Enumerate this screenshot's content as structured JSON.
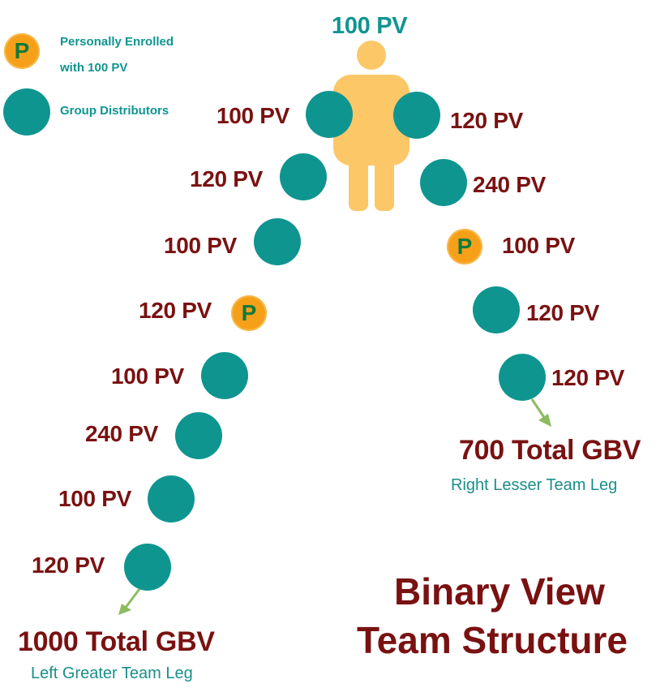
{
  "legend": {
    "personal": {
      "icon_letter": "P",
      "line1": "Personally Enrolled",
      "line2": "with 100 PV"
    },
    "group": {
      "label": "Group Distributors"
    }
  },
  "top": {
    "label": "100 PV"
  },
  "left_leg": {
    "nodes": [
      "100 PV",
      "120 PV",
      "100 PV",
      "120 PV",
      "100 PV",
      "240 PV",
      "100 PV",
      "120 PV"
    ],
    "total": "1000 Total GBV",
    "caption": "Left Greater Team Leg"
  },
  "right_leg": {
    "nodes": [
      "120 PV",
      "240 PV",
      "100 PV",
      "120 PV",
      "120 PV"
    ],
    "total": "700 Total GBV",
    "caption": "Right Lesser Team Leg"
  },
  "title": {
    "line1": "Binary View",
    "line2": "Team Structure"
  },
  "colors": {
    "teal": "#0f9590",
    "orange": "#f6a01a",
    "maroon": "#7a1111",
    "figure": "#fcc767",
    "arrow": "#8dbb5f"
  }
}
